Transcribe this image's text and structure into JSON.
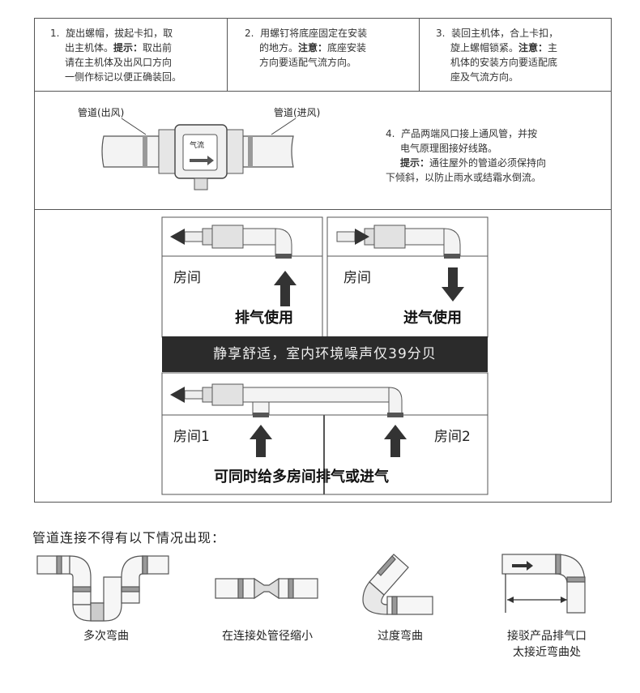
{
  "steps": [
    {
      "num": "1.",
      "line1": "旋出螺帽，拔起卡扣，取",
      "line2": "出主机体。",
      "tip_label": "提示：",
      "line2b": "取出前",
      "line3": "请在主机体及出风口方向",
      "line4": "一侧作标记以便正确装回。"
    },
    {
      "num": "2.",
      "line1": "用螺钉将底座固定在安装",
      "line2": "的地方。",
      "note_label": "注意：",
      "line2b": "底座安装",
      "line3": "方向要适配气流方向。"
    },
    {
      "num": "3.",
      "line1": "装回主机体，合上卡扣，",
      "line2": "旋上螺帽锁紧。",
      "note_label": "注意：",
      "line2b": "主",
      "line3": "机体的安装方向要适配底",
      "line4": "座及气流方向。"
    },
    {
      "num": "4.",
      "line1": "产品两端风口接上通风管，并按",
      "line2": "电气原理图接好线路。",
      "tip_label": "提示：",
      "line3b": "通往屋外的管道必须保持向",
      "line4": "下倾斜，以防止雨水或结霜水倒流。"
    }
  ],
  "pipe_labels": {
    "outlet": "管道(出风)",
    "inlet": "管道(进风)",
    "device_mark": "气流"
  },
  "rooms": {
    "room": "房间",
    "room1": "房间1",
    "room2": "房间2"
  },
  "captions": {
    "exhaust": "排气使用",
    "intake": "进气使用",
    "multi": "可同时给多房间排气或进气"
  },
  "banner": "静享舒适，室内环境噪声仅39分贝",
  "bad": {
    "title": "管道连接不得有以下情况出现：",
    "items": [
      "多次弯曲",
      "在连接处管径缩小",
      "过度弯曲",
      "接驳产品排气口",
      "太接近弯曲处"
    ]
  }
}
